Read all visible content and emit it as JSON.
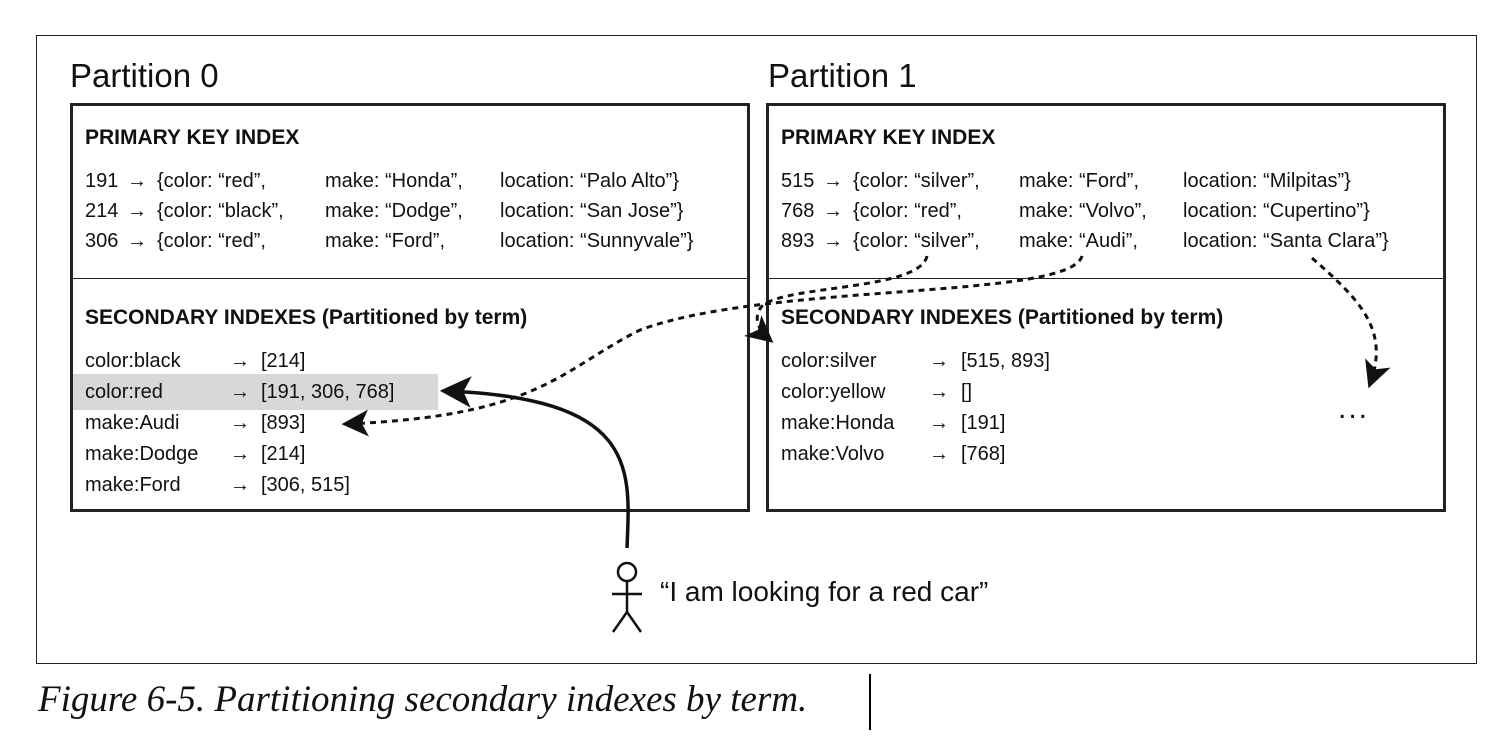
{
  "partitions": [
    {
      "title": "Partition 0",
      "primary_title": "PRIMARY KEY INDEX",
      "primary_rows": [
        {
          "key": "191",
          "arrow": "→",
          "color": "{color: “red”,",
          "make": "make: “Honda”,",
          "location": "location: “Palo Alto”}"
        },
        {
          "key": "214",
          "arrow": "→",
          "color": "{color: “black”,",
          "make": "make: “Dodge”,",
          "location": "location: “San Jose”}"
        },
        {
          "key": "306",
          "arrow": "→",
          "color": "{color: “red”,",
          "make": "make: “Ford”,",
          "location": "location: “Sunnyvale”}"
        }
      ],
      "secondary_title": "SECONDARY INDEXES (Partitioned by term)",
      "secondary_rows": [
        {
          "term": "color:black",
          "arrow": "→",
          "ids": "[214]"
        },
        {
          "term": "color:red",
          "arrow": "→",
          "ids": "[191, 306, 768]"
        },
        {
          "term": "make:Audi",
          "arrow": "→",
          "ids": "[893]"
        },
        {
          "term": "make:Dodge",
          "arrow": "→",
          "ids": "[214]"
        },
        {
          "term": "make:Ford",
          "arrow": "→",
          "ids": "[306, 515]"
        }
      ]
    },
    {
      "title": "Partition 1",
      "primary_title": "PRIMARY KEY INDEX",
      "primary_rows": [
        {
          "key": "515",
          "arrow": "→",
          "color": "{color: “silver”,",
          "make": "make: “Ford”,",
          "location": "location: “Milpitas”}"
        },
        {
          "key": "768",
          "arrow": "→",
          "color": "{color: “red”,",
          "make": "make: “Volvo”,",
          "location": "location: “Cupertino”}"
        },
        {
          "key": "893",
          "arrow": "→",
          "color": "{color: “silver”,",
          "make": "make: “Audi”,",
          "location": "location: “Santa Clara”}"
        }
      ],
      "secondary_title": "SECONDARY INDEXES (Partitioned by term)",
      "secondary_rows": [
        {
          "term": "color:silver",
          "arrow": "→",
          "ids": "[515, 893]"
        },
        {
          "term": "color:yellow",
          "arrow": "→",
          "ids": "[]"
        },
        {
          "term": "make:Honda",
          "arrow": "→",
          "ids": "[191]"
        },
        {
          "term": "make:Volvo",
          "arrow": "→",
          "ids": "[768]"
        }
      ],
      "ellipsis": "..."
    }
  ],
  "person": {
    "icon": "stick-figure-icon",
    "quote": "“I am looking for a red car”"
  },
  "caption": "Figure 6-5. Partitioning secondary indexes by term.",
  "highlight_color": "#d8d8d8"
}
